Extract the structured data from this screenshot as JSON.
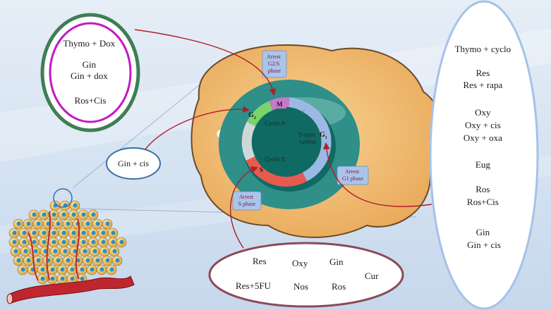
{
  "palette": {
    "background_light": "#dfe9f3",
    "background_dark": "#c2d4e8",
    "cell_body": "#f0bd74",
    "cell_outline": "#6b4a2a",
    "nucleus_ring": "#2f8f89",
    "nucleus_core": "#0f6a63",
    "phase_g1": "#9cb9e4",
    "phase_s": "#e85a4f",
    "phase_g2": "#7bd36b",
    "phase_m": "#c878c8",
    "arrow": "#b01e2a",
    "arrest_box": "#a9c5ec",
    "oval_right": "#a5c2e8",
    "oval_bottom": "#8a4a5a",
    "oval_small": "#3a6ea5",
    "oval_topleft_outer": "#3e7e54",
    "oval_topleft_inner": "#c21ac2"
  },
  "phases": {
    "g1": "G",
    "g1_sub": "1",
    "s": "S",
    "g2": "G",
    "g2_sub": "2",
    "m": "M"
  },
  "cyclins": {
    "cyclin_a": "Cyclin A",
    "cyclin_e": "Cyclin E",
    "d_type_line1": "D-type",
    "d_type_line2": "cyclins"
  },
  "arrest_labels": {
    "g2s": [
      "Arrest",
      "G2/S",
      "phase"
    ],
    "g1": [
      "Arrest",
      "G1 phase"
    ],
    "s": [
      "Arrest",
      "S phase"
    ]
  },
  "groups": {
    "top_left": [
      "Thymo + Dox",
      "Gin",
      "Gin + dox",
      "Ros+Cis"
    ],
    "small": [
      "Gin + cis"
    ],
    "right": [
      "Thymo + cyclo",
      "Res",
      "Res + rapa",
      "Oxy",
      "Oxy + cis",
      "Oxy + oxa",
      "Eug",
      "Ros",
      "Ros+Cis",
      "Gin",
      "Gin + cis"
    ],
    "bottom": [
      "Res",
      "Oxy",
      "Gin",
      "Cur",
      "Res+5FU",
      "Nos",
      "Ros"
    ]
  }
}
